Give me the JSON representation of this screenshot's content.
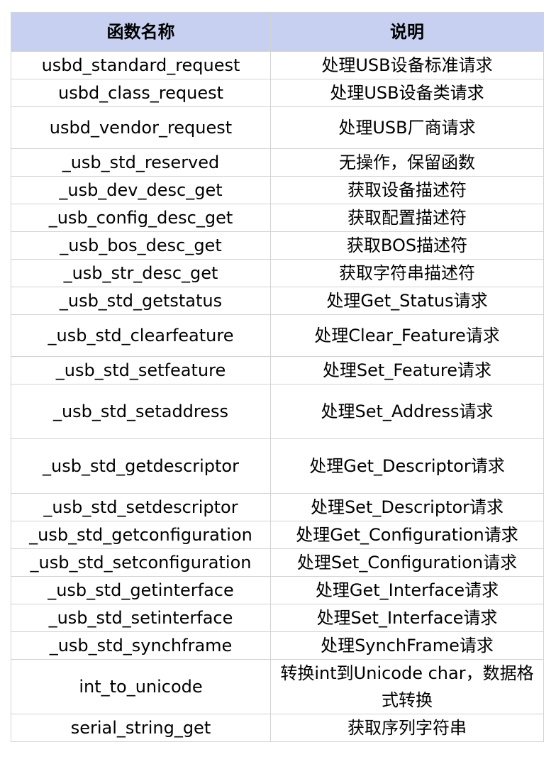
{
  "table": {
    "headers": [
      "函数名称",
      "说明"
    ],
    "rows": [
      {
        "name": "usbd_standard_request",
        "desc": "处理USB设备标准请求"
      },
      {
        "name": "usbd_class_request",
        "desc": "处理USB设备类请求"
      },
      {
        "name": "usbd_vendor_request",
        "desc": "处理USB厂商请求"
      },
      {
        "name": "_usb_std_reserved",
        "desc": "无操作，保留函数"
      },
      {
        "name": "_usb_dev_desc_get",
        "desc": "获取设备描述符"
      },
      {
        "name": "_usb_config_desc_get",
        "desc": "获取配置描述符"
      },
      {
        "name": "_usb_bos_desc_get",
        "desc": "获取BOS描述符"
      },
      {
        "name": "_usb_str_desc_get",
        "desc": "获取字符串描述符"
      },
      {
        "name": "_usb_std_getstatus",
        "desc": "处理Get_Status请求"
      },
      {
        "name": "_usb_std_clearfeature",
        "desc": "处理Clear_Feature请求"
      },
      {
        "name": "_usb_std_setfeature",
        "desc": "处理Set_Feature请求"
      },
      {
        "name": "_usb_std_setaddress",
        "desc": "处理Set_Address请求"
      },
      {
        "name": "_usb_std_getdescriptor",
        "desc": "处理Get_Descriptor请求"
      },
      {
        "name": "_usb_std_setdescriptor",
        "desc": "处理Set_Descriptor请求"
      },
      {
        "name": "_usb_std_getconfiguration",
        "desc": "处理Get_Configuration请求"
      },
      {
        "name": "_usb_std_setconfiguration",
        "desc": "处理Set_Configuration请求"
      },
      {
        "name": "_usb_std_getinterface",
        "desc": "处理Get_Interface请求"
      },
      {
        "name": "_usb_std_setinterface",
        "desc": "处理Set_Interface请求"
      },
      {
        "name": "_usb_std_synchframe",
        "desc": "处理SynchFrame请求"
      },
      {
        "name": "int_to_unicode",
        "desc": "转换int到Unicode char，数据格式转换"
      },
      {
        "name": "serial_string_get",
        "desc": "获取序列字符串"
      }
    ]
  }
}
